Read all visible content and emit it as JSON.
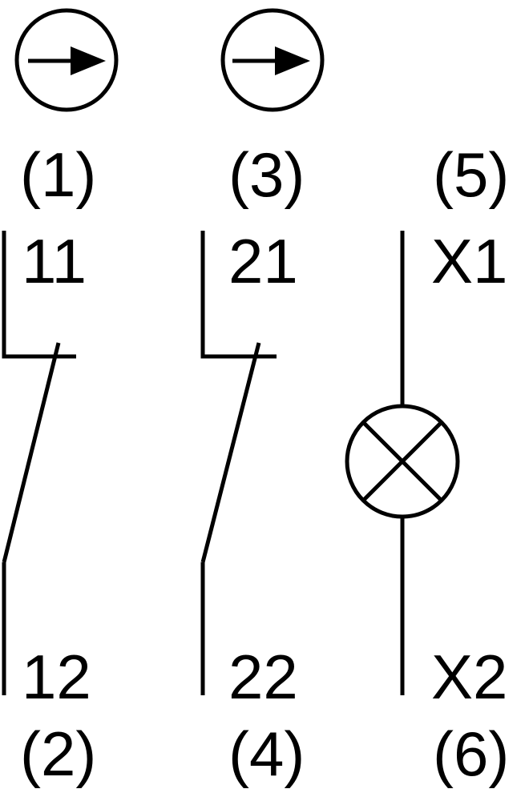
{
  "diagram": {
    "columns": [
      {
        "top_ref": "(1)",
        "top_terminal": "11",
        "bottom_terminal": "12",
        "bottom_ref": "(2)",
        "symbol": "arrow-circle-icon",
        "element": "normally-closed contact"
      },
      {
        "top_ref": "(3)",
        "top_terminal": "21",
        "bottom_terminal": "22",
        "bottom_ref": "(4)",
        "symbol": "arrow-circle-icon",
        "element": "normally-closed contact"
      },
      {
        "top_ref": "(5)",
        "top_terminal": "X1",
        "bottom_terminal": "X2",
        "bottom_ref": "(6)",
        "symbol": "lamp-icon",
        "element": "indicator lamp"
      }
    ],
    "colors": {
      "line": "#000000",
      "background": "#ffffff"
    }
  }
}
